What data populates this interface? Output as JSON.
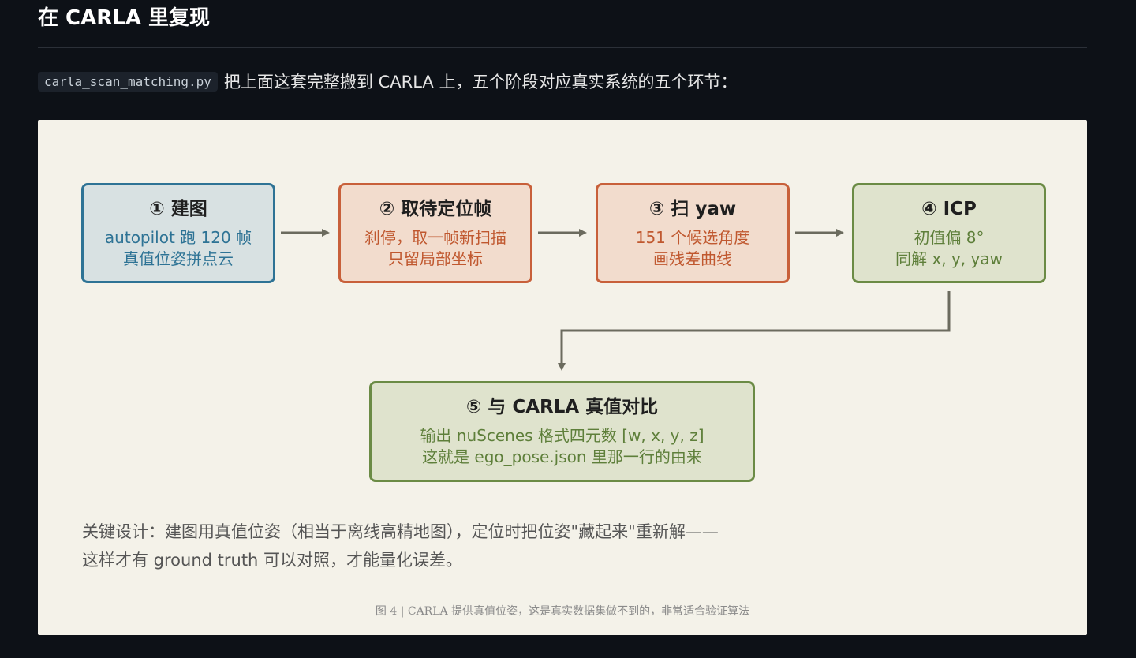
{
  "heading": "在 CARLA 里复现",
  "intro": {
    "code": "carla_scan_matching.py",
    "text": "把上面这套完整搬到 CARLA 上，五个阶段对应真实系统的五个环节："
  },
  "diagram": {
    "steps": [
      {
        "title": "① 建图",
        "lines": [
          "autopilot 跑 120 帧",
          "真值位姿拼点云"
        ],
        "color": "#2e7395"
      },
      {
        "title": "② 取待定位帧",
        "lines": [
          "刹停，取一帧新扫描",
          "只留局部坐标"
        ],
        "color": "#c8603a"
      },
      {
        "title": "③ 扫 yaw",
        "lines": [
          "151 个候选角度",
          "画残差曲线"
        ],
        "color": "#c8603a"
      },
      {
        "title": "④ ICP",
        "lines": [
          "初值偏 8°",
          "同解 x, y, yaw"
        ],
        "color": "#6b8b45"
      },
      {
        "title": "⑤ 与 CARLA 真值对比",
        "lines": [
          "输出 nuScenes 格式四元数 [w, x, y, z]",
          "这就是 ego_pose.json 里那一行的由来"
        ],
        "color": "#6b8b45"
      }
    ],
    "arrow_color": "#6b6b5e"
  },
  "note": {
    "line1": "关键设计：建图用真值位姿（相当于离线高精地图），定位时把位姿\"藏起来\"重新解——",
    "line2": "这样才有 ground truth 可以对照，才能量化误差。"
  },
  "caption": "图 4 | CARLA 提供真值位姿，这是真实数据集做不到的，非常适合验证算法"
}
